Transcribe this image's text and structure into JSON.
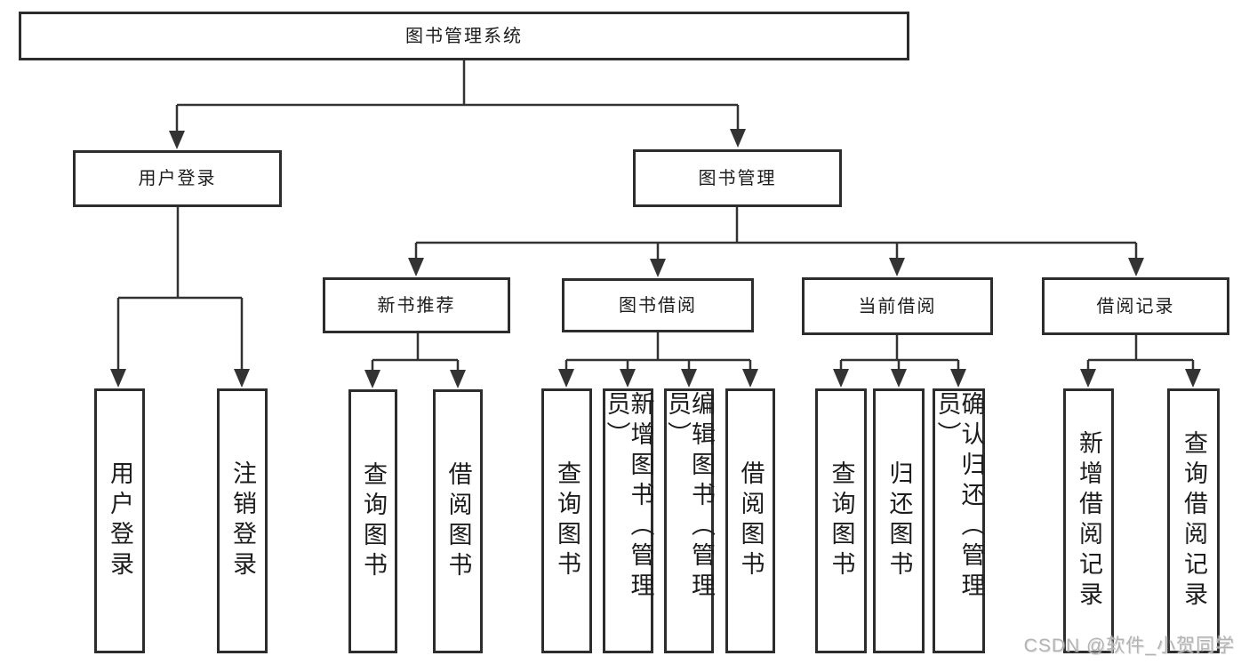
{
  "diagram": {
    "type": "tree",
    "root": {
      "label": "图书管理系统"
    },
    "level2": [
      {
        "id": "user-login",
        "label": "用户登录"
      },
      {
        "id": "book-management",
        "label": "图书管理"
      }
    ],
    "level3": [
      {
        "id": "new-book-recommend",
        "parent": "图书管理",
        "label": "新书推荐"
      },
      {
        "id": "book-borrowing",
        "parent": "图书管理",
        "label": "图书借阅"
      },
      {
        "id": "current-borrowing",
        "parent": "图书管理",
        "label": "当前借阅"
      },
      {
        "id": "borrowing-records",
        "parent": "图书管理",
        "label": "借阅记录"
      }
    ],
    "leaves": [
      {
        "parent": "用户登录",
        "label": "用户登录"
      },
      {
        "parent": "用户登录",
        "label": "注销登录"
      },
      {
        "parent": "新书推荐",
        "label": "查询图书"
      },
      {
        "parent": "新书推荐",
        "label": "借阅图书"
      },
      {
        "parent": "图书借阅",
        "label": "查询图书"
      },
      {
        "parent": "图书借阅",
        "label": "新增图书（管理员）"
      },
      {
        "parent": "图书借阅",
        "label": "编辑图书（管理员）"
      },
      {
        "parent": "图书借阅",
        "label": "借阅图书"
      },
      {
        "parent": "当前借阅",
        "label": "查询图书"
      },
      {
        "parent": "当前借阅",
        "label": "归还图书"
      },
      {
        "parent": "当前借阅",
        "label": "确认归还（管理员）"
      },
      {
        "parent": "借阅记录",
        "label": "新增借阅记录"
      },
      {
        "parent": "借阅记录",
        "label": "查询借阅记录"
      }
    ],
    "colors": {
      "line": "#333333",
      "box_border": "#2d2d2d",
      "text": "#1c1c1c",
      "background": "#ffffff",
      "watermark": "#b3b3b3"
    }
  },
  "watermark": {
    "text": "CSDN @软件_小贺同学"
  }
}
